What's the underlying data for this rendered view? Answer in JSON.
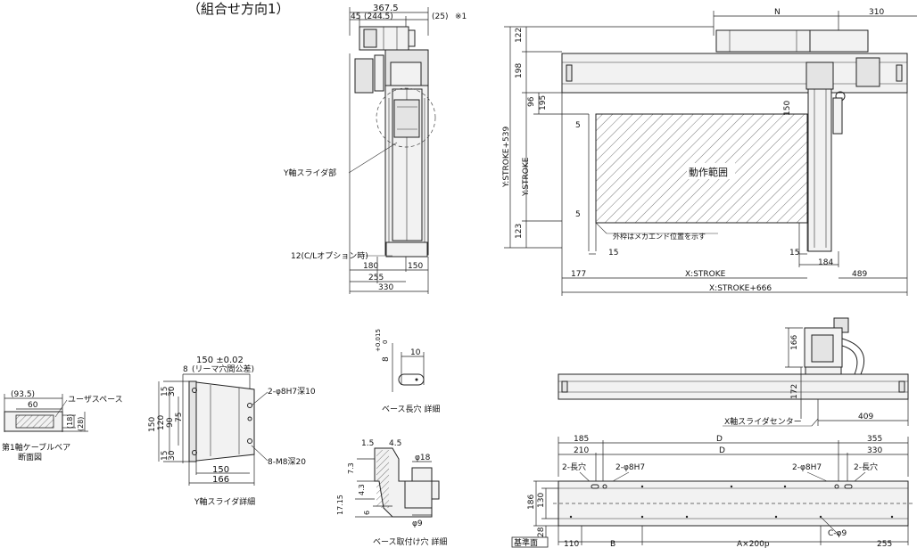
{
  "title": "（組合せ方向1）",
  "top_view": {
    "dims": [
      "367.5",
      "45",
      "(244.5)",
      "(25)",
      "※1",
      "180",
      "150",
      "255",
      "330"
    ],
    "labels": {
      "y_slider": "Y軸スライダ部",
      "cl_option": "12(C/Lオプション時)"
    }
  },
  "front_view": {
    "top_dims": [
      "N",
      "310"
    ],
    "left_dims": [
      "122",
      "198",
      "96",
      "195",
      "150",
      "5",
      "5",
      "123"
    ],
    "vert_labels": {
      "y_total": "Y:STROKE+539",
      "y_stroke": "Y:STROKE"
    },
    "bottom_dims": [
      "177",
      "15",
      "15",
      "184",
      "489"
    ],
    "x_stroke": "X:STROKE",
    "x_total": "X:STROKE+666",
    "range_label": "動作範囲",
    "frame_note": "外枠はメカエンド位置を示す"
  },
  "cable_section": {
    "dims": [
      "(93.5)",
      "60",
      "(18)",
      "(28)"
    ],
    "user_space": "ユーザスペース",
    "caption_1": "第1軸ケーブルベア",
    "caption_2": "断面図"
  },
  "y_slider_detail": {
    "top_dim": "150 ±0.02",
    "sub_dim_8": "8",
    "tolerance_note": "(リーマ穴間公差)",
    "left_dims": [
      "15",
      "30",
      "150",
      "120",
      "90",
      "75",
      "15",
      "30"
    ],
    "hole_1": "2-φ8H7深10",
    "hole_2": "8-M8深20",
    "bottom_dims": [
      "150",
      "166"
    ],
    "caption": "Y軸スライダ詳細"
  },
  "slot_detail": {
    "dim_8": "8",
    "tol": "+0.015",
    "tol0": "0",
    "dim_10": "10",
    "caption": "ベース長穴 詳細"
  },
  "mount_detail": {
    "dims": [
      "1.5",
      "4.5",
      "7.3",
      "4.3",
      "17.15",
      "6",
      "φ18",
      "φ9"
    ],
    "caption": "ベース取付け穴 詳細"
  },
  "side_view": {
    "dims": [
      "166",
      "172",
      "409"
    ],
    "center_label": "X軸スライダセンター"
  },
  "base_view": {
    "top_dims": [
      "185",
      "D",
      "355",
      "210",
      "D",
      "330"
    ],
    "hole_labels": [
      "2-長穴",
      "2-φ8H7",
      "2-φ8H7",
      "2-長穴"
    ],
    "left_dims": [
      "186",
      "130",
      "28"
    ],
    "base_label": "基準面",
    "cphi9": "C-φ9",
    "bottom_dims": [
      "110",
      "B",
      "A×200p",
      "255"
    ]
  }
}
